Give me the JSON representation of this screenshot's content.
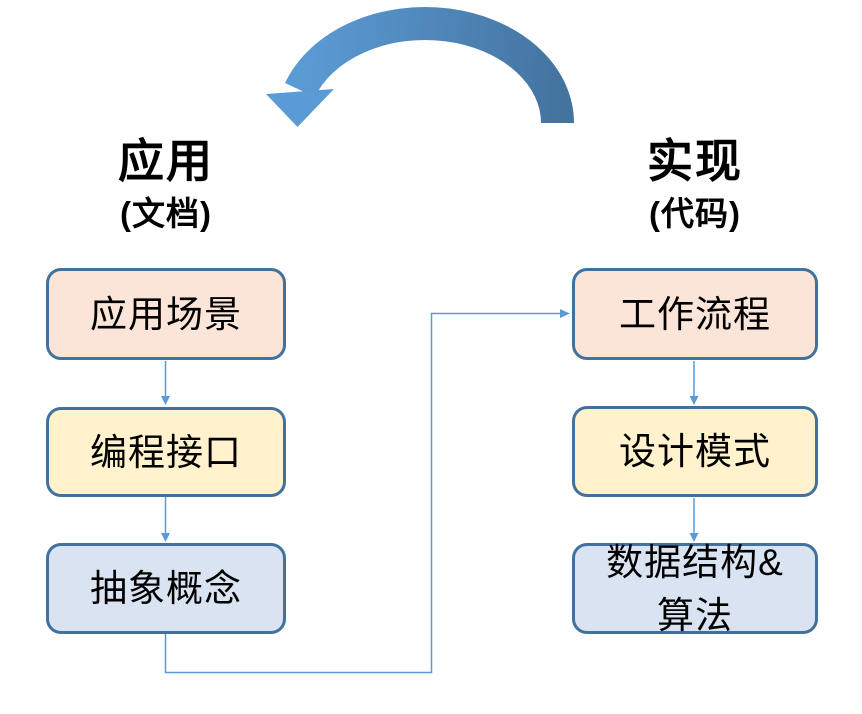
{
  "colors": {
    "box_border": "#41719C",
    "connector_line": "#5B9BD5",
    "curved_arrow_light": "#5B9BD5",
    "curved_arrow_dark": "#44739F",
    "fill_peach": "#FBE5D8",
    "fill_yellow": "#FFF2CC",
    "fill_blue": "#DAE3F2"
  },
  "left_column": {
    "title": "应用",
    "subtitle": "(文档)",
    "boxes": [
      {
        "lines": [
          "应用场景",
          ""
        ]
      },
      {
        "lines": [
          "编程接口",
          ""
        ]
      },
      {
        "lines": [
          "抽象概念",
          ""
        ]
      }
    ]
  },
  "right_column": {
    "title": "实现",
    "subtitle": "(代码)",
    "boxes": [
      {
        "lines": [
          "工作流程",
          ""
        ]
      },
      {
        "lines": [
          "设计模式",
          ""
        ]
      },
      {
        "lines": [
          "数据结构&",
          "算法"
        ]
      }
    ]
  }
}
